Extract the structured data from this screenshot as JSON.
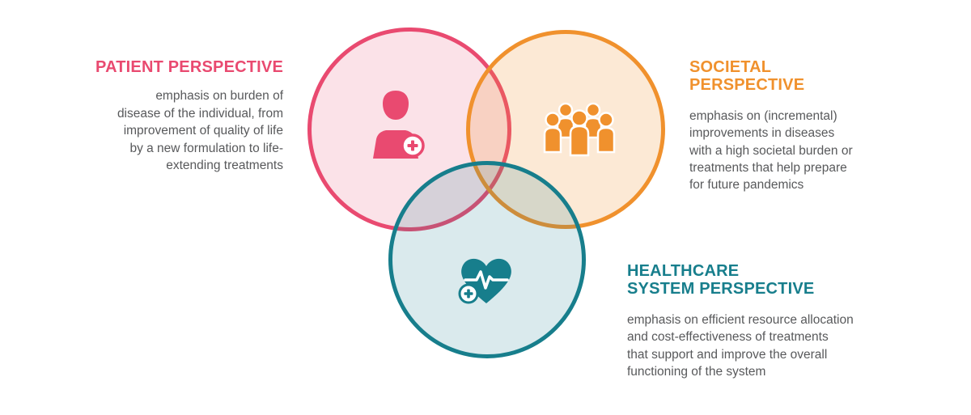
{
  "diagram": {
    "patient": {
      "title": "PATIENT PERSPECTIVE",
      "desc_lines": [
        "emphasis on burden of",
        "disease of the individual, from",
        "improvement of quality of life",
        "by a new formulation to life-",
        "extending treatments"
      ]
    },
    "societal": {
      "title_lines": [
        "SOCIETAL",
        "PERSPECTIVE"
      ],
      "desc_lines": [
        "emphasis on (incremental)",
        "improvements in diseases",
        "with a high societal burden or",
        "treatments that help prepare",
        "for future pandemics"
      ]
    },
    "healthcare": {
      "title_lines": [
        "HEALTHCARE",
        "SYSTEM PERSPECTIVE"
      ],
      "desc_lines": [
        "emphasis on efficient resource allocation",
        "and cost-effectiveness of treatments",
        "that support and improve the overall",
        "functioning of the system"
      ]
    },
    "colors": {
      "patient": "#E94A70",
      "societal": "#F0912D",
      "healthcare": "#177E8C",
      "text": "#58595B"
    }
  }
}
